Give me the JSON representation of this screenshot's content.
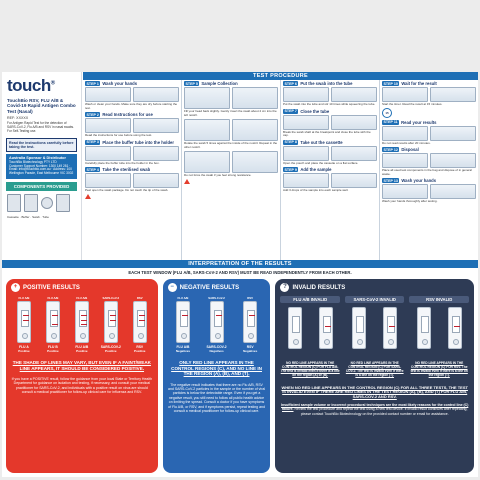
{
  "left_panel": {
    "brand": "touch",
    "product": "TouchBio RSV, FLU A/B & Covid-19 Rapid Antigen Combo Test (Nasal)",
    "ref": "REF: XXXXX",
    "fine_print": "For Antigen Rapid Test for the detection of SARS-CoV-2, Flu A/B and RSV in nasal swabs. For Self-Testing use.",
    "warning": "Read the instructions carefully before taking the test.",
    "supplier_title": "Australia Sponsor & Distributor",
    "supplier_name": "TouchBio Biotechnology PTY LTD",
    "supplier_details": "Customer Support Number: 1300 149 281 · Email: info@touchbio.com.au · Address: 100 Wellington Parade, East Melbourne VIC 3002",
    "components_title": "COMPONENTS PROVIDED",
    "component_label": "Cassette · Buffer · Swab · Tube"
  },
  "procedure": {
    "title": "TEST PROCEDURE",
    "columns": [
      [
        {
          "no": "STEP 1",
          "name": "Wash your hands",
          "text": "Wash or clean your hands. Make sure they are dry before starting the test."
        },
        {
          "no": "STEP 2",
          "name": "Read Instructions for use",
          "text": "Read the instructions for use before using the test."
        },
        {
          "no": "STEP 3",
          "name": "Place the buffer tube into the holder",
          "text": "Carefully place the buffer tube into the holder in the box."
        },
        {
          "no": "STEP 4",
          "name": "Take the sterilised swab",
          "text": "Peel open the swab package. Do not touch the tip of the swab."
        }
      ],
      [
        {
          "no": "STEP 5",
          "name": "Sample Collection",
          "text": "Fill your head back slightly. Gently insert the swab about 2 cm into the left nostril."
        },
        {
          "no": "",
          "name": "",
          "text": "Rotate the swab 5 times against the inside of the nostril. Repeat in the other nostril."
        },
        {
          "no": "",
          "name": "",
          "text": "Do not force the swab if you feel strong resistance."
        }
      ],
      [
        {
          "no": "STEP 6",
          "name": "Put the swab into the tube",
          "text": "Put the swab into the tube and stir 10 times while squeezing the tube."
        },
        {
          "no": "STEP 7",
          "name": "Close the tube",
          "text": "Break the swab shaft at the breakpoint and close the tube with the cap."
        },
        {
          "no": "STEP 8",
          "name": "Take out the cassette",
          "text": "Open the pouch and place the cassette on a flat surface."
        },
        {
          "no": "STEP 9",
          "name": "Add the sample",
          "text": "Add 3 drops of the sample into each sample well."
        }
      ],
      [
        {
          "no": "STEP 10",
          "name": "Wait for the result",
          "text": "Start the timer. Read the result at 15 minutes."
        },
        {
          "no": "STEP 11",
          "name": "Read your results",
          "text": "Do not read results after 20 minutes."
        },
        {
          "no": "STEP 12",
          "name": "Disposal",
          "text": "Place all used test components in the bag and dispose of in general waste."
        },
        {
          "no": "STEP 13",
          "name": "Wash your hands",
          "text": "Wash your hands thoroughly after testing."
        }
      ]
    ],
    "timer_label": "15 min"
  },
  "interpretation": {
    "title": "INTERPRETATION OF THE RESULTS",
    "independent_note": "EACH TEST WINDOW (FLU A/B, SARS-CoV-2 AND RSV) MUST BE READ INDEPENDENTLY FROM EACH OTHER."
  },
  "positive": {
    "header": "POSITIVE RESULTS",
    "cassettes": [
      {
        "top": "FLU A/B",
        "label": "FLU A",
        "sub": "Positive"
      },
      {
        "top": "FLU A/B",
        "label": "FLU B",
        "sub": "Positive"
      },
      {
        "top": "FLU A/B",
        "label": "FLU A/B",
        "sub": "Positive"
      },
      {
        "top": "SARS-CoV-2",
        "label": "SARS-COV-2",
        "sub": "Positive"
      },
      {
        "top": "RSV",
        "label": "RSV",
        "sub": "Positive"
      }
    ],
    "shade_note": "THE SHADE OF LINES MAY VARY, BUT EVEN IF A FAINT/WEAK LINE APPEARS, IT SHOULD BE CONSIDERED POSITIVE.",
    "text": "If you have a POSITIVE result, follow the guidance from your local State or Territory Health Department for guidance on isolation and testing, if necessary, and consult your medical practitioner for SARS-CoV-2, and individuals with a positive result on virus are should consult a medical practitioner for follow-up clinical care for influenza and RSV."
  },
  "negative": {
    "header": "NEGATIVE RESULTS",
    "cassettes": [
      {
        "top": "FLU A/B",
        "label": "FLU A/B",
        "sub": "Negatives"
      },
      {
        "top": "SARS-CoV-2",
        "label": "SARS-COV-2",
        "sub": "Negatives"
      },
      {
        "top": "RSV",
        "label": "RSV",
        "sub": "Negatives"
      }
    ],
    "shade_note": "ONLY RED LINE APPEARS IN THE CONTROL REGIONS (C), AND NO LINE IN THE REGION (A), (B), AND (T).",
    "text": "The negative result indicates that there are no Flu A/B, RSV and SARS-CoV-2 particles in the sample or the number of viral particles is below the detectable range. Even if you get a negative result, you still need to follow all public health advice on limiting the spread. Consult a doctor if you have symptoms of Flu A/B, or RSV, and if symptoms persist, repeat testing and consult a medical practitioner for follow-up clinical care."
  },
  "invalid": {
    "header": "INVALID RESULTS",
    "sets": [
      {
        "title": "FLU A/B INVALID",
        "note": "NO RED LINE APPEARS IN THE CONTROL REGION (C) FOR FLU A/B. The test is invalid even if there is a line on the region (A) or (B)."
      },
      {
        "title": "SARS-CoV-2 INVALID",
        "note": "NO RED LINE APPEARS IN THE CONTROL REGION (C) FOR SARS-COV-2. The test is invalid even if there is a line on the region (T)."
      },
      {
        "title": "RSV INVALID",
        "note": "NO RED LINE APPEARS IN THE CONTROL REGION (C) FOR RSV. The test is invalid even if there is a line on the region (T)."
      }
    ],
    "main_note": "WHEN NO RED LINE APPEARS IN THE CONTROL REGION (C) FOR ALL THREE TESTS, THE TEST IS INVALID EVEN IF THERE ARE RED LINES IN THE TEST REGION (A), (B), AND (T) FOR FLU A/B, SARS-COV-2 AND RSV.",
    "text_lead": "Insufficient sample volume or incorrect procedural techniques are the most likely reasons for the control line (C) failure.",
    "text": "Review the test procedure and repeat the test using a new test device. If invalid result continues after repeating, please contact TouchBio Biotechnology on the provided contact number or email for assistance."
  },
  "colors": {
    "positive": "#e4382b",
    "negative": "#2a66b2",
    "invalid": "#2e3b55",
    "accent": "#1e6fb5"
  }
}
